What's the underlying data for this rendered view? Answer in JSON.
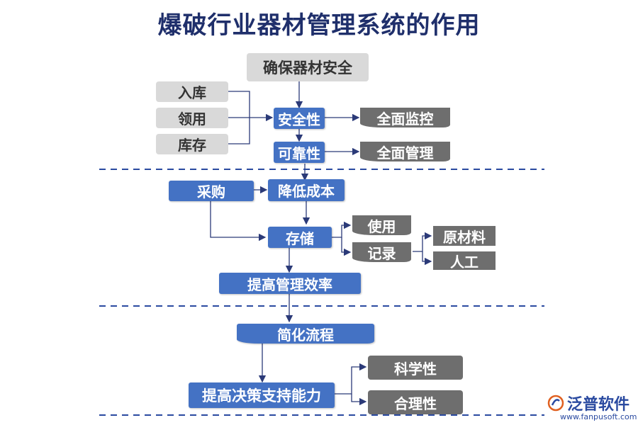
{
  "title": "爆破行业器材管理系统的作用",
  "nodes": {
    "ensure_safety": "确保器材安全",
    "inbound": "入库",
    "requisition": "领用",
    "stock": "库存",
    "safety": "安全性",
    "reliability": "可靠性",
    "full_monitoring": "全面监控",
    "full_management": "全面管理",
    "purchase": "采购",
    "reduce_cost": "降低成本",
    "storage": "存储",
    "use": "使用",
    "record": "记录",
    "raw_material": "原材料",
    "labor": "人工",
    "improve_efficiency": "提高管理效率",
    "simplify_process": "简化流程",
    "decision_support": "提高决策支持能力",
    "scientific": "科学性",
    "rationality": "合理性"
  },
  "logo": {
    "name": "泛普软件",
    "url": "www.fanpusoft.com"
  },
  "colors": {
    "title": "#1f2f6b",
    "blue": "#4472c4",
    "dark_gray": "#6e6e6e",
    "light_gray": "#d9d9d9",
    "line": "#2b3a78"
  }
}
